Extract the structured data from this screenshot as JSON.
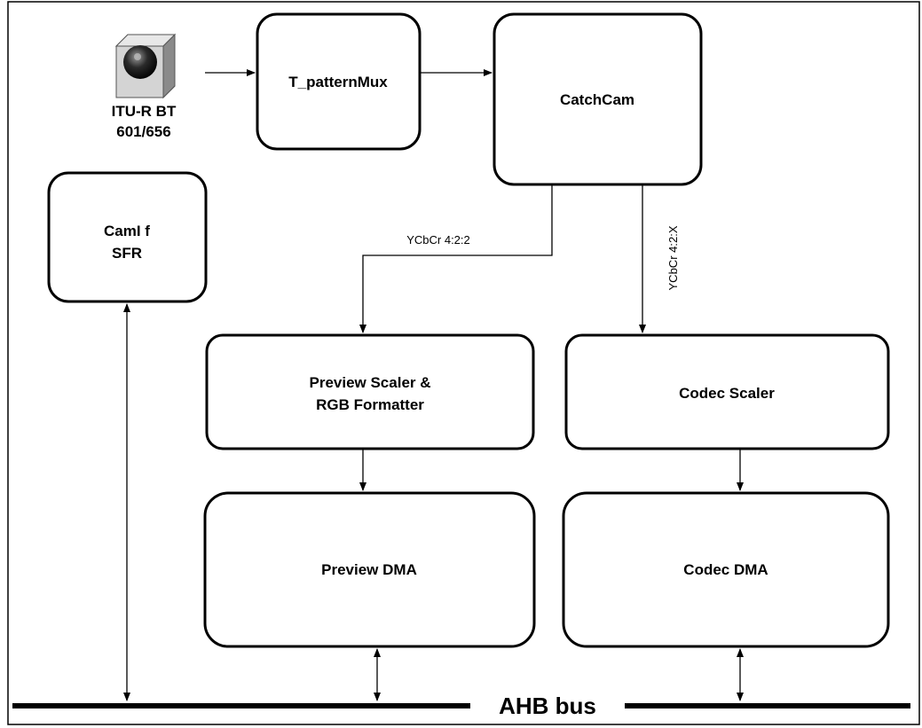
{
  "source": {
    "icon": "camera-icon",
    "label_line1": "ITU-R BT",
    "label_line2": "601/656"
  },
  "blocks": {
    "pattern_mux": "T_patternMux",
    "catch_cam": "CatchCam",
    "cam_if_line1": "CamI f",
    "cam_if_line2": "SFR",
    "preview_scaler_line1": "Preview Scaler &",
    "preview_scaler_line2": "RGB Formatter",
    "codec_scaler": "Codec Scaler",
    "preview_dma": "Preview DMA",
    "codec_dma": "Codec DMA"
  },
  "signals": {
    "preview_path": "YCbCr 4:2:2",
    "codec_path": "YCbCr 4:2:X"
  },
  "bus": {
    "label": "AHB bus"
  }
}
